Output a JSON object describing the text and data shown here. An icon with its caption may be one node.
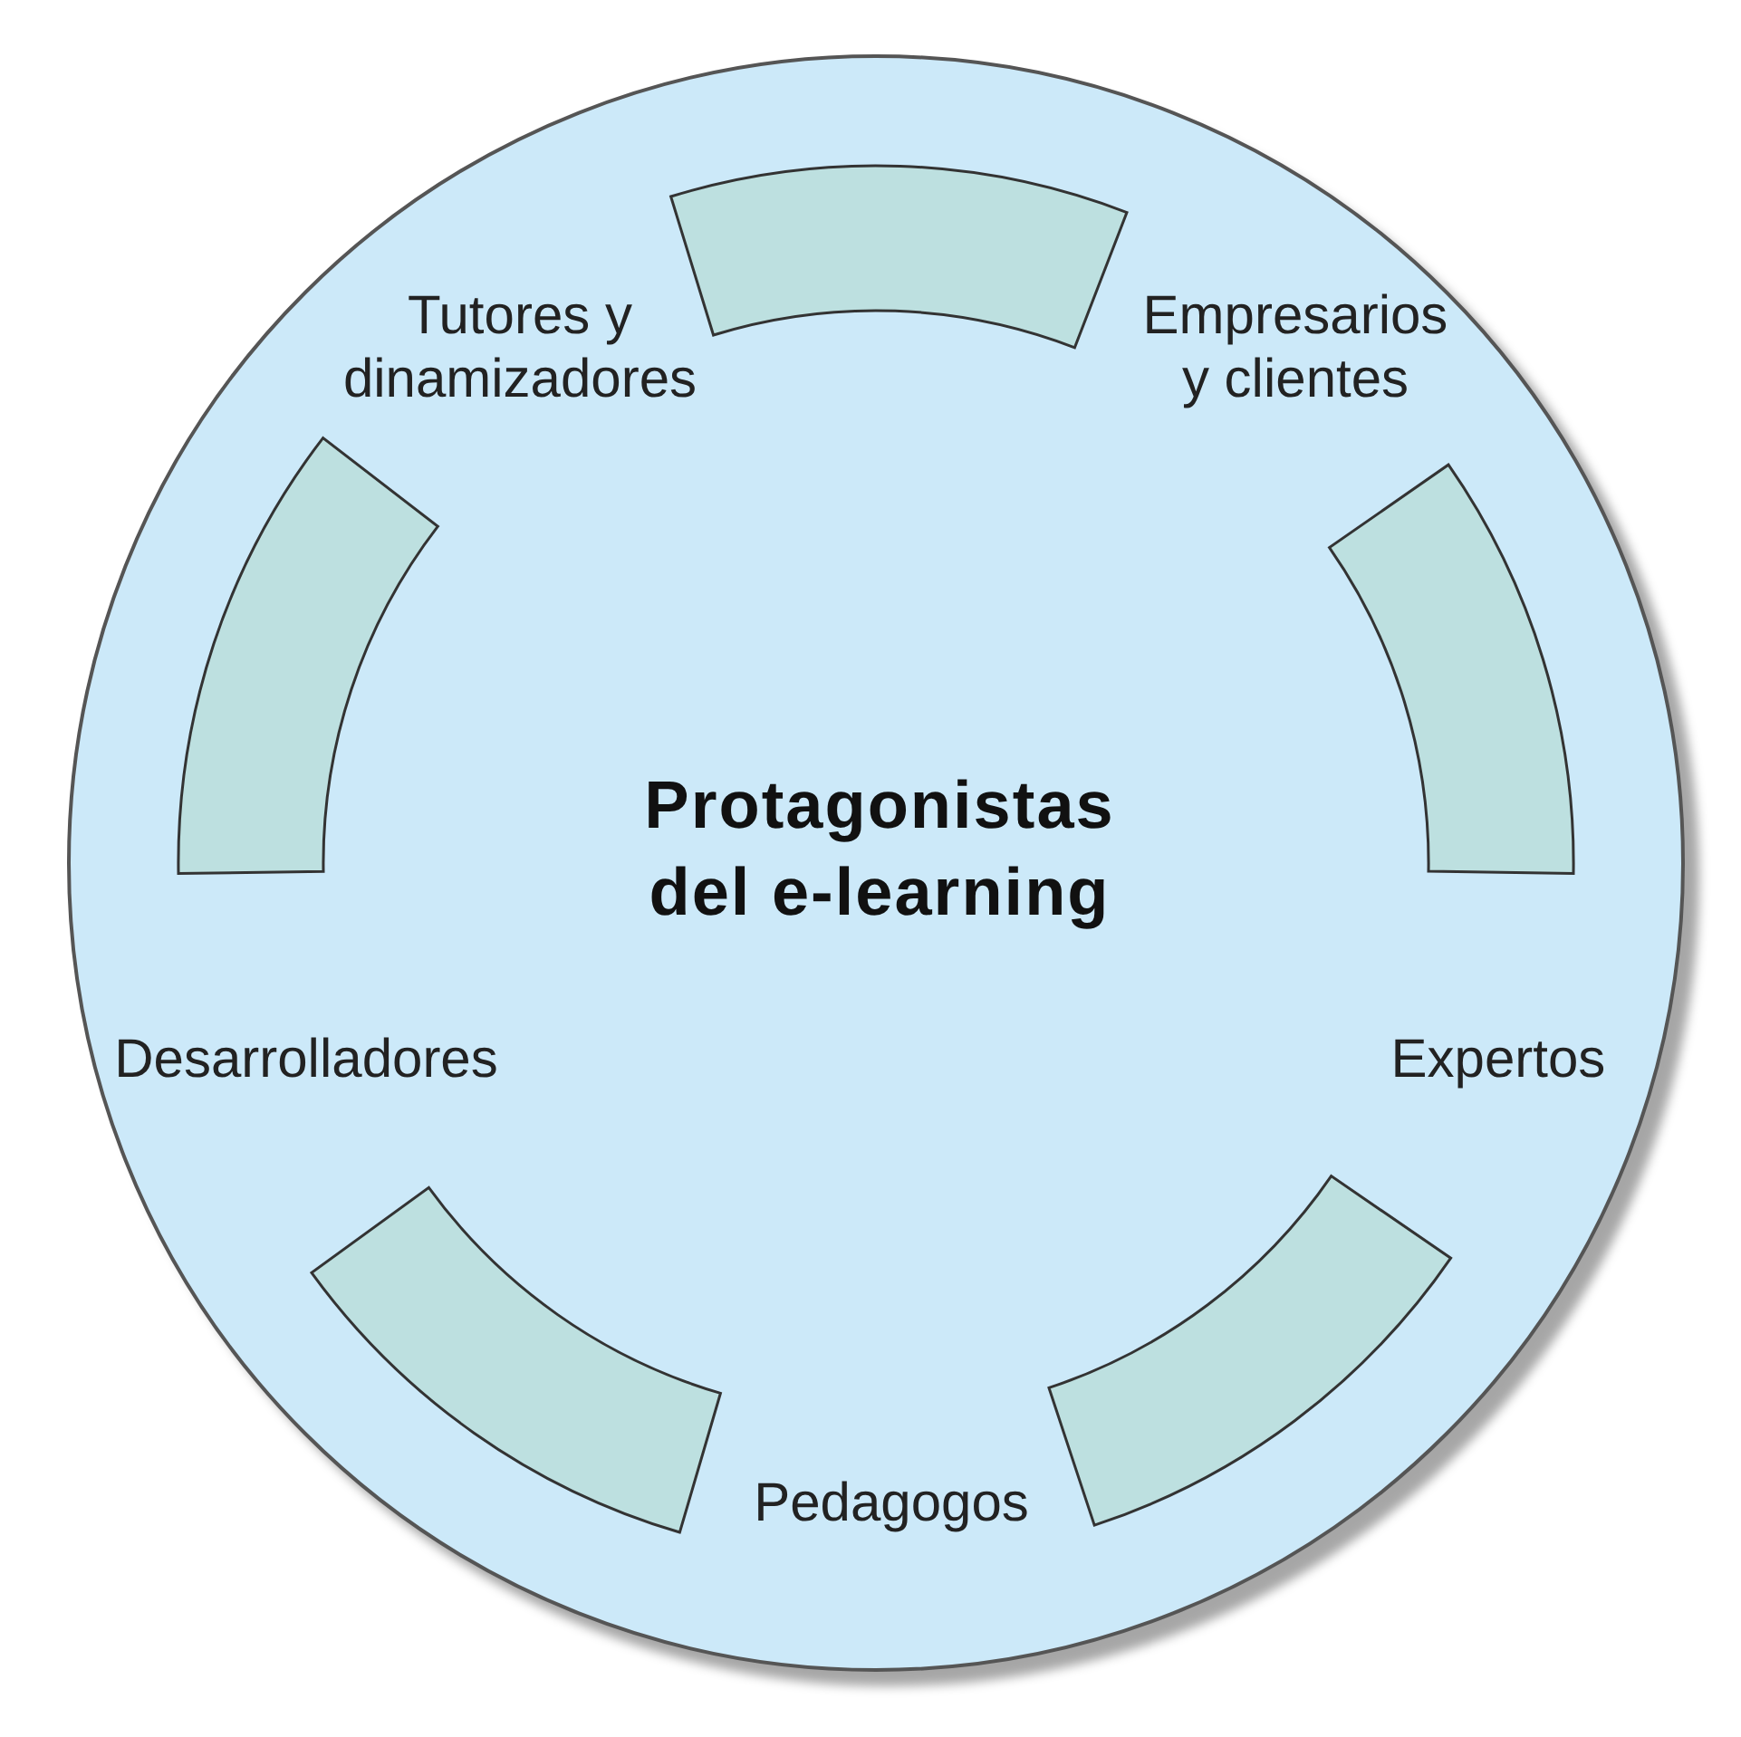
{
  "diagram": {
    "nodes": [
      {
        "text": [
          "Protagonistas del e-learning"
        ]
      },
      {
        "text": [
          "Tutores y dinamizadores"
        ],
        "in": 0
      },
      {
        "text": [
          "Empresarios y clientes"
        ],
        "in": 0
      },
      {
        "text": [
          "Desarrolladores"
        ],
        "in": 0
      },
      {
        "text": [
          "Expertos"
        ],
        "in": 0
      },
      {
        "text": [
          "Pedagogos"
        ],
        "in": 0
      }
    ],
    "edges": [
      {
        "from": 1,
        "to": 2,
        "arrow": "none"
      },
      {
        "from": 2,
        "to": 4,
        "arrow": "none"
      },
      {
        "from": 4,
        "to": 5,
        "arrow": "none"
      },
      {
        "from": 5,
        "to": 3,
        "arrow": "none"
      },
      {
        "from": 3,
        "to": 1,
        "arrow": "none"
      }
    ]
  }
}
